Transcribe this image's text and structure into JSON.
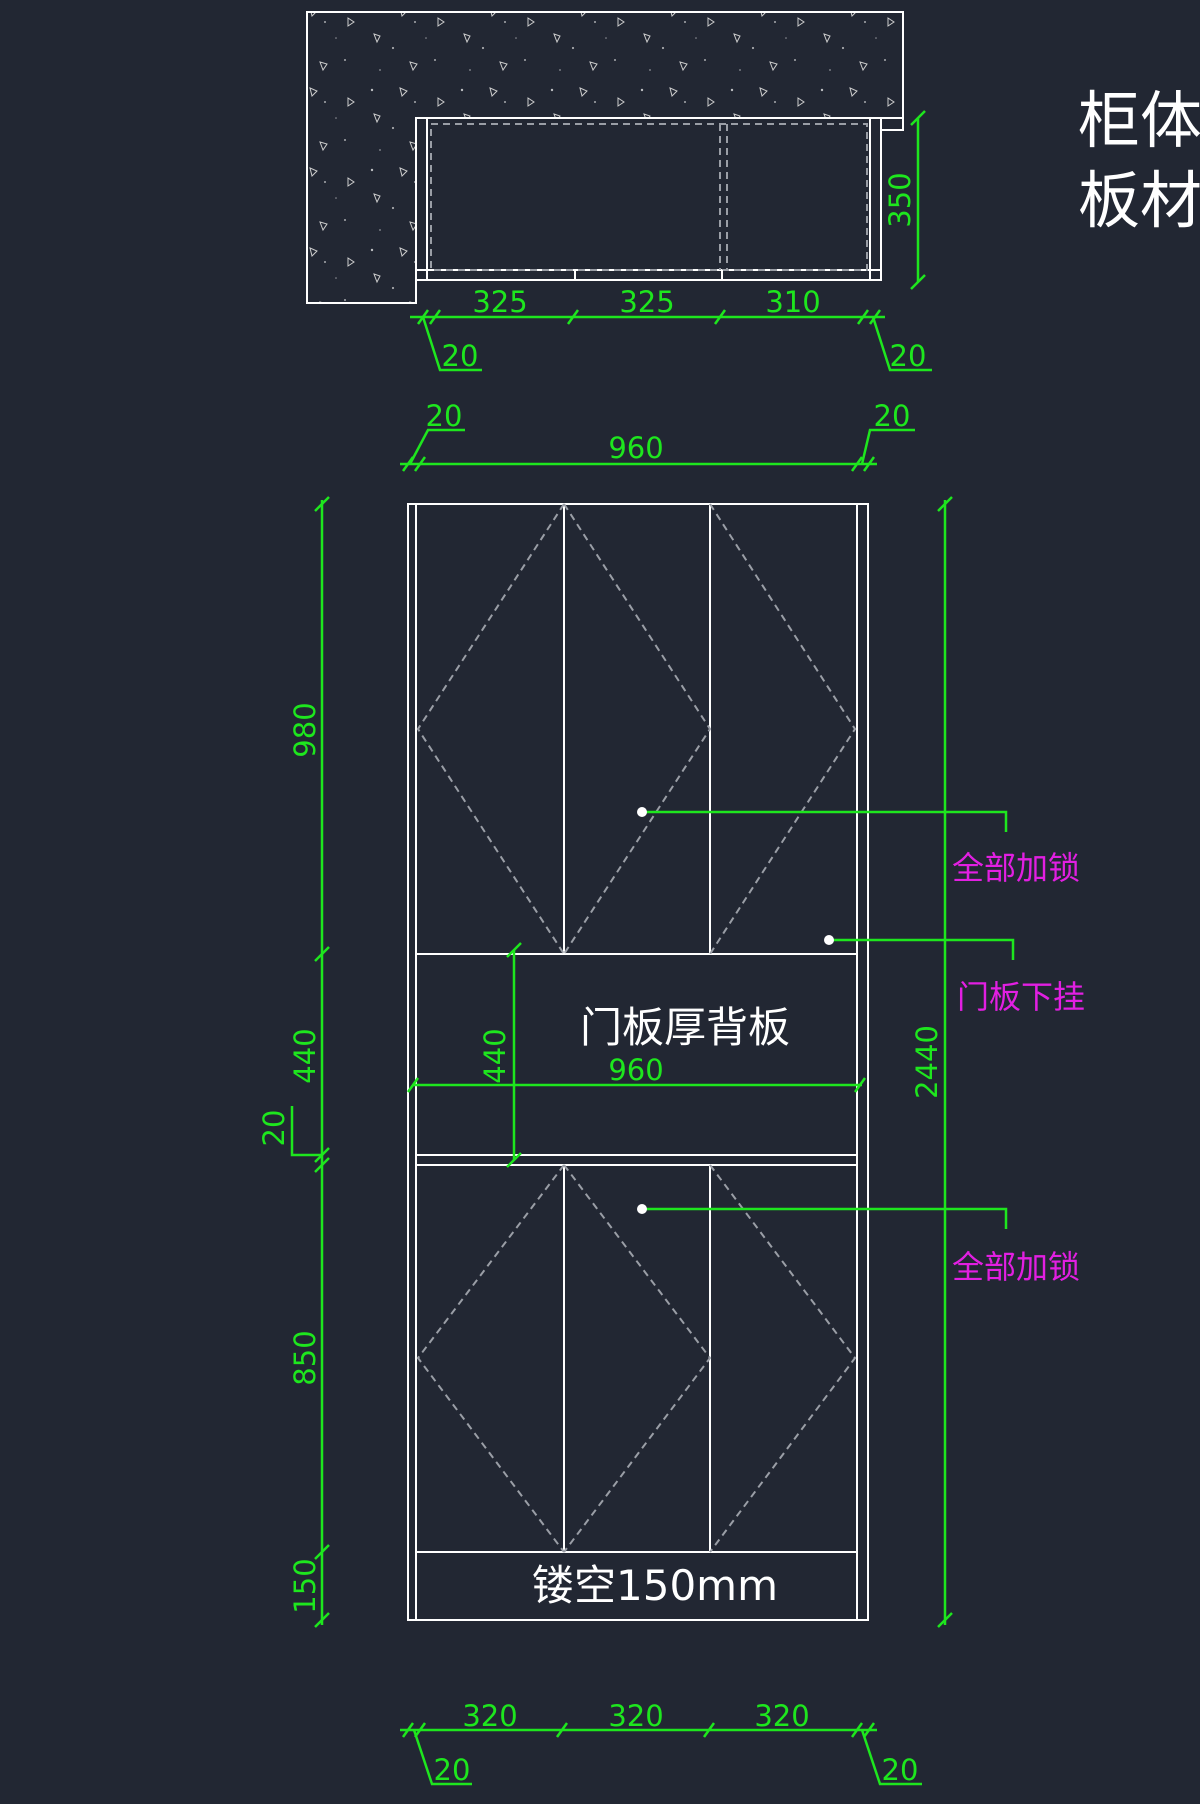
{
  "colors": {
    "background": "#222733",
    "line": "#ffffff",
    "dimension": "#1ee61e",
    "annotation": "#e21fe2",
    "dashed": "#9a9ea6"
  },
  "title": {
    "line1": "柜体",
    "line2": "板材"
  },
  "plan": {
    "segments": [
      "325",
      "325",
      "310"
    ],
    "left_offset": "20",
    "right_offset": "20",
    "depth": "350"
  },
  "elevation": {
    "top_left_offset": "20",
    "top_right_offset": "20",
    "overall_width": "960",
    "left_heights": [
      "980",
      "440",
      "850",
      "150"
    ],
    "left_small": "20",
    "overall_height": "2440",
    "middle_height": "440",
    "middle_width": "960",
    "middle_label": "门板厚背板",
    "base_label": "镂空150mm",
    "bottom_segments": [
      "320",
      "320",
      "320"
    ],
    "bottom_left_offset": "20",
    "bottom_right_offset": "20"
  },
  "annotations": {
    "upper_lock": "全部加锁",
    "hang": "门板下挂",
    "lower_lock": "全部加锁"
  }
}
